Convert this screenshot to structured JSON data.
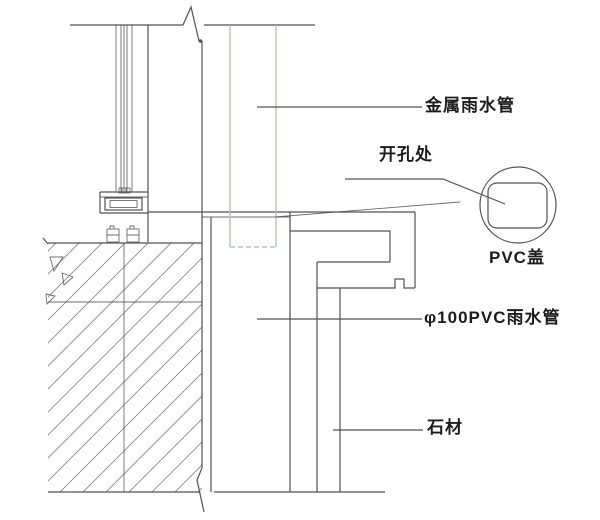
{
  "drawing": {
    "labels": {
      "metal_pipe": "金属雨水管",
      "opening": "开孔处",
      "pvc_cover": "PVC盖",
      "pvc_pipe": "φ100PVC雨水管",
      "stone": "石材"
    },
    "colors": {
      "line": "#525252",
      "pipe_green": "#afc9b6",
      "text": "#1c1c1c",
      "background": "#ffffff"
    }
  }
}
